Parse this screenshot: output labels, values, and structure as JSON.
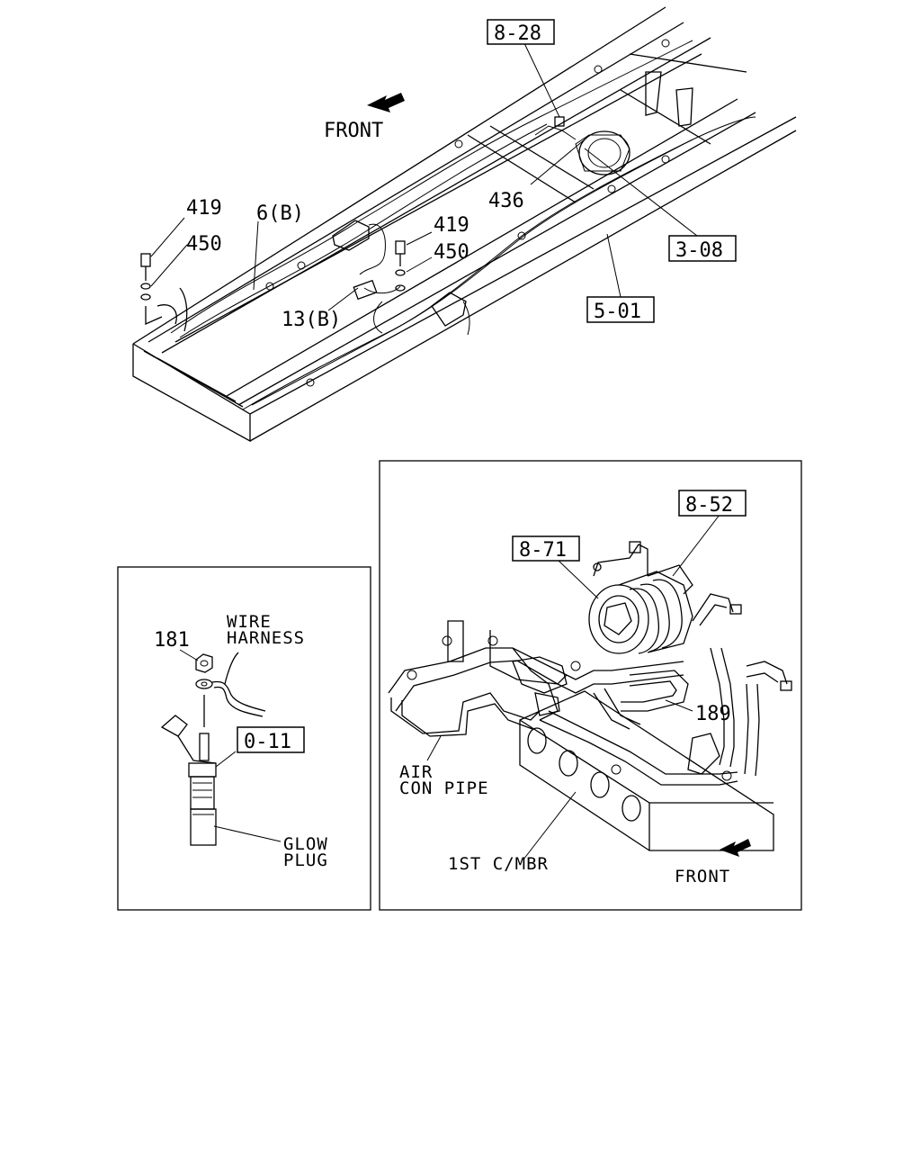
{
  "top_diagram": {
    "front_label": "FRONT",
    "callouts": {
      "c_8_28": "8-28",
      "c_3_08": "3-08",
      "c_5_01": "5-01",
      "n_436": "436",
      "n_419_a": "419",
      "n_450_a": "450",
      "n_6b": "6(B)",
      "n_419_b": "419",
      "n_450_b": "450",
      "n_13b": "13(B)"
    }
  },
  "left_inset": {
    "n_181": "181",
    "wire_line1": "WIRE",
    "wire_line2": "HARNESS",
    "c_0_11": "0-11",
    "glow_line1": "GLOW",
    "glow_line2": "PLUG"
  },
  "right_inset": {
    "c_8_52": "8-52",
    "c_8_71": "8-71",
    "n_189": "189",
    "air_line1": "AIR",
    "air_line2": "CON PIPE",
    "member_label": "1ST C/MBR",
    "front_label": "FRONT"
  }
}
